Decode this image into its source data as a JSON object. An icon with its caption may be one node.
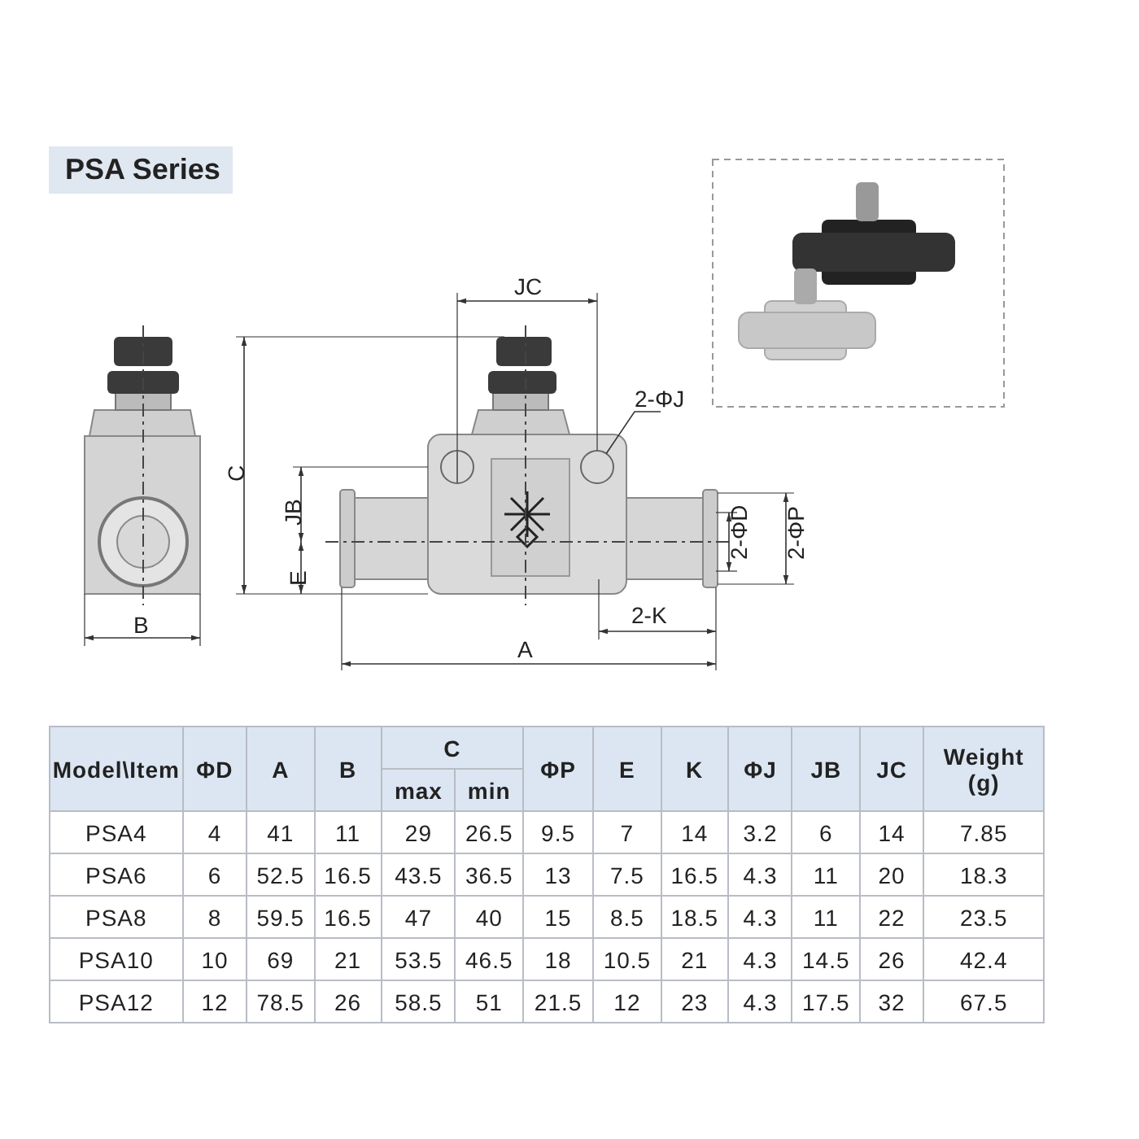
{
  "diagram": {
    "title": "PSA Series",
    "nodes": [
      {
        "text": [
          "2-ΦJ"
        ]
      },
      {
        "text": [],
        "shape": "circle"
      }
    ],
    "edges": [
      {
        "from": 0,
        "to": 1,
        "arrow": "none"
      }
    ],
    "labels": [
      "JC",
      "C",
      "JB",
      "E",
      "2-ΦD",
      "2-ΦP",
      "B",
      "2-K",
      "A",
      "Model\\Item",
      "ΦD",
      "A",
      "B",
      "C",
      "ΦP",
      "E",
      "K",
      "ΦJ",
      "JB",
      "JC",
      "Weight (g)",
      "max",
      "min",
      "PSA4",
      "4",
      "41",
      "11",
      "29",
      "26.5",
      "9.5",
      "7",
      "14",
      "3.2",
      "6",
      "14",
      "7.85",
      "PSA6",
      "6",
      "52.5",
      "16.5",
      "43.5",
      "36.5",
      "13",
      "7.5",
      "16.5",
      "4.3",
      "11",
      "20",
      "18.3",
      "PSA8",
      "8",
      "59.5",
      "16.5",
      "47",
      "40",
      "15",
      "8.5",
      "18.5",
      "4.3",
      "11",
      "22",
      "23.5",
      "PSA10",
      "10",
      "69",
      "21",
      "53.5",
      "46.5",
      "18",
      "10.5",
      "21",
      "4.3",
      "14.5",
      "26",
      "42.4",
      "PSA12",
      "12",
      "78.5",
      "26",
      "58.5",
      "51",
      "21.5",
      "12",
      "23",
      "4.3",
      "17.5",
      "32",
      "67.5"
    ]
  }
}
